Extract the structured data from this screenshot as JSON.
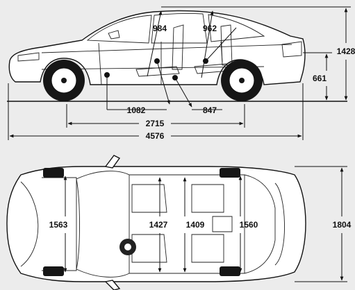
{
  "dimensions": {
    "overall_length": "4576",
    "wheelbase": "2715",
    "front_overhang_to_seat": "1082",
    "seat_to_seat": "847",
    "front_headroom": "984",
    "rear_headroom": "962",
    "overall_height": "1428",
    "ground_to_sill": "661",
    "front_track": "1563",
    "front_shoulder_width": "1427",
    "rear_shoulder_width": "1409",
    "rear_track": "1560",
    "overall_width": "1804"
  }
}
